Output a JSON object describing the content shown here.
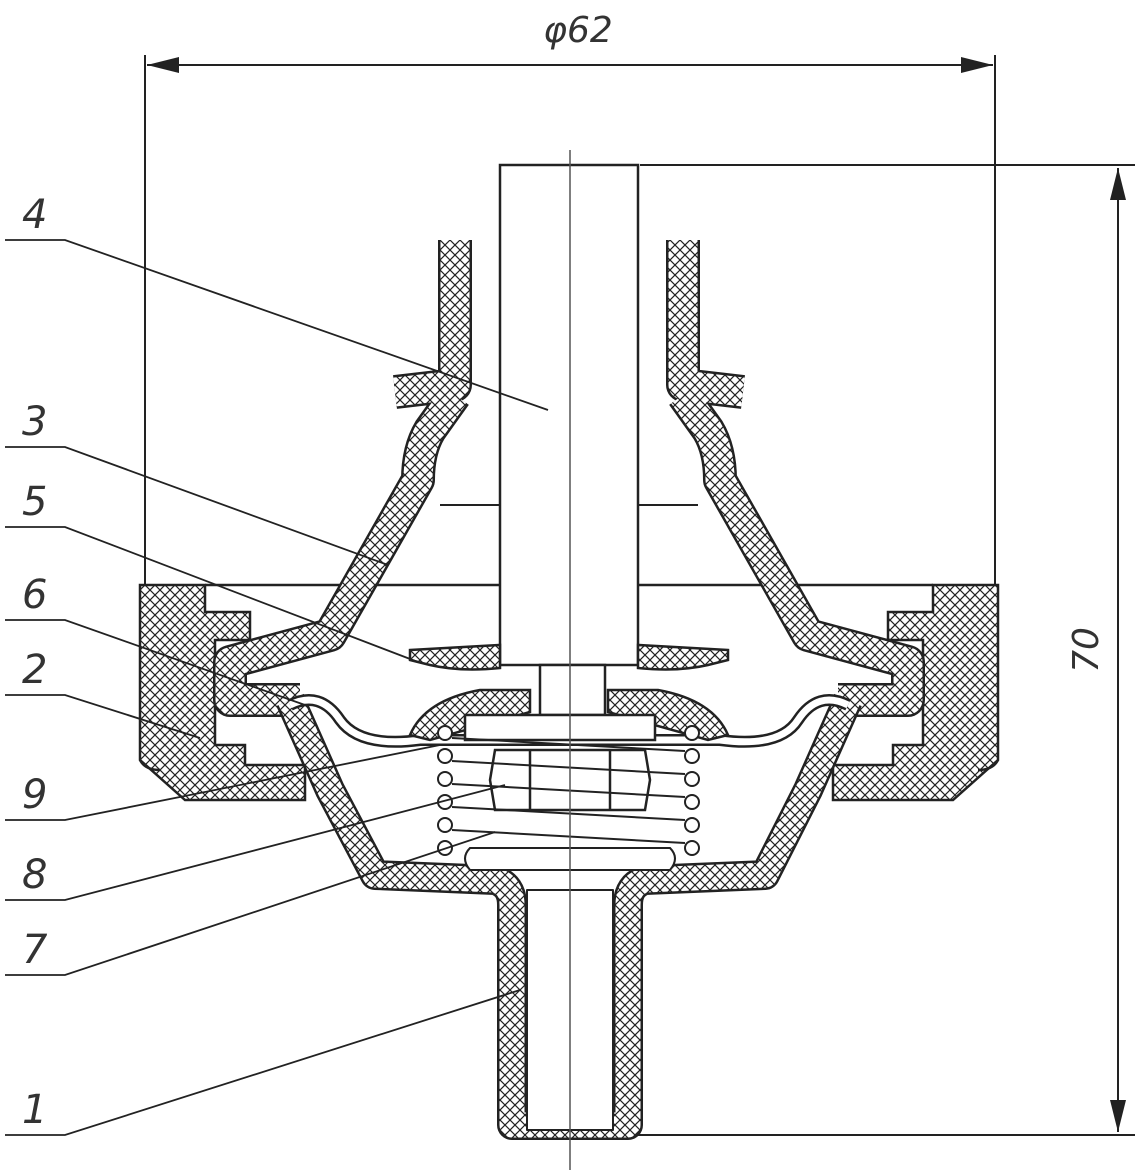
{
  "dimensions": {
    "diameter": "φ62",
    "height": "70"
  },
  "parts": [
    {
      "id": "4",
      "label": "4"
    },
    {
      "id": "3",
      "label": "3"
    },
    {
      "id": "5",
      "label": "5"
    },
    {
      "id": "6",
      "label": "6"
    },
    {
      "id": "2",
      "label": "2"
    },
    {
      "id": "9",
      "label": "9"
    },
    {
      "id": "8",
      "label": "8"
    },
    {
      "id": "7",
      "label": "7"
    },
    {
      "id": "1",
      "label": "1"
    }
  ],
  "colors": {
    "line": "#222222",
    "background": "#ffffff"
  }
}
